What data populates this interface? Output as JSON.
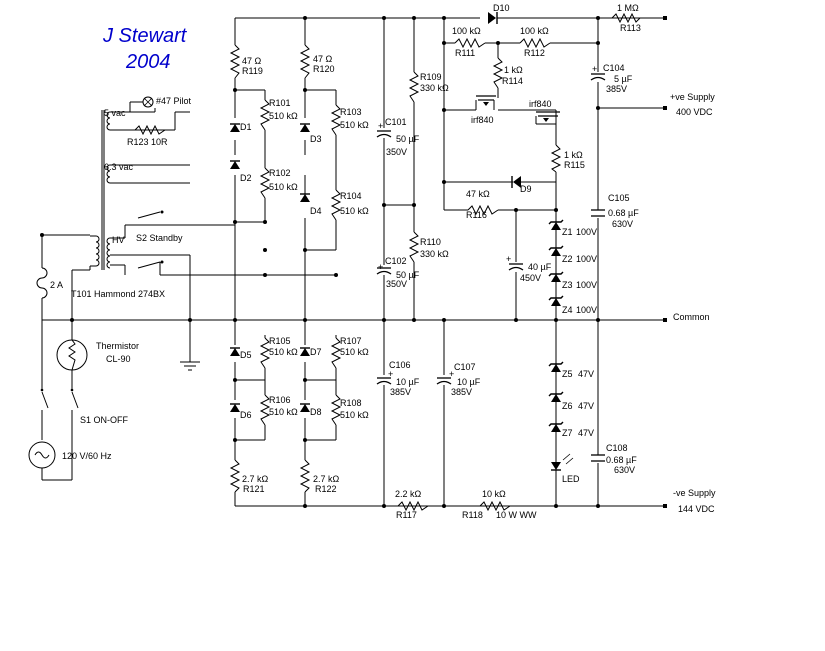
{
  "author": {
    "name": "J Stewart",
    "year": "2004"
  },
  "mains": {
    "fuse_label": "2 A",
    "thermistor_name": "Thermistor",
    "thermistor_part": "CL-90",
    "switch_label": "S1  ON-OFF",
    "source_label": "120 V/60 Hz"
  },
  "transformer": {
    "name": "T101 Hammond 274BX",
    "pilot_label": "#47 Pilot",
    "winding_5v": "5 vac",
    "winding_6v3": "6.3 vac",
    "winding_hv": "HV",
    "r123_label": "R123  10R",
    "standby_label": "S2 Standby"
  },
  "components": {
    "d1": "D1",
    "d2": "D2",
    "d3": "D3",
    "d4": "D4",
    "d5": "D5",
    "d6": "D6",
    "d7": "D7",
    "d8": "D8",
    "d9": "D9",
    "d10": "D10",
    "r101": "R101",
    "r102": "R102",
    "r103": "R103",
    "r104": "R104",
    "r105": "R105",
    "r106": "R106",
    "r107": "R107",
    "r108": "R108",
    "r109": "R109",
    "r110": "R110",
    "r111": "R111",
    "r112": "R112",
    "r113": "R113",
    "r114": "R114",
    "r115": "R115",
    "r116": "R116",
    "r117": "R117",
    "r118": "R118",
    "r119": "R119",
    "r120": "R120",
    "r121": "R121",
    "r122": "R122",
    "c101": "C101",
    "c102": "C102",
    "c104": "C104",
    "c105": "C105",
    "c106": "C106",
    "c107": "C107",
    "c108": "C108",
    "z1": "Z1",
    "z2": "Z2",
    "z3": "Z3",
    "z4": "Z4",
    "z5": "Z5",
    "z6": "Z6",
    "z7": "Z7",
    "led": "LED",
    "q1": "irf840",
    "q2": "irf840"
  },
  "values": {
    "r_47": "47 Ω",
    "r_510k": "510 kΩ",
    "r_2k7": "2.7 kΩ",
    "r_330k": "330 kΩ",
    "r_100k": "100 kΩ",
    "r_1m": "1 MΩ",
    "r_1k": "1 kΩ",
    "r_47k": "47 kΩ",
    "r_2k2": "2.2 kΩ",
    "r_10k": "10 kΩ",
    "r118_rating": "10 W WW",
    "c_50u": "50 µF",
    "c_350v": "350V",
    "c_5u": "5 µF",
    "c_385v": "385V",
    "c_10u": "10 µF",
    "c_40u": "40 µF",
    "c_450v": "450V",
    "c_068u": "0.68 µF",
    "c_630v": "630V",
    "z_100v": "100V",
    "z_47v": "47V",
    "plus": "+"
  },
  "outputs": {
    "pos_supply": "+ve Supply",
    "pos_voltage": "400 VDC",
    "common": "Common",
    "neg_supply": "-ve Supply",
    "neg_voltage": "144 VDC"
  }
}
